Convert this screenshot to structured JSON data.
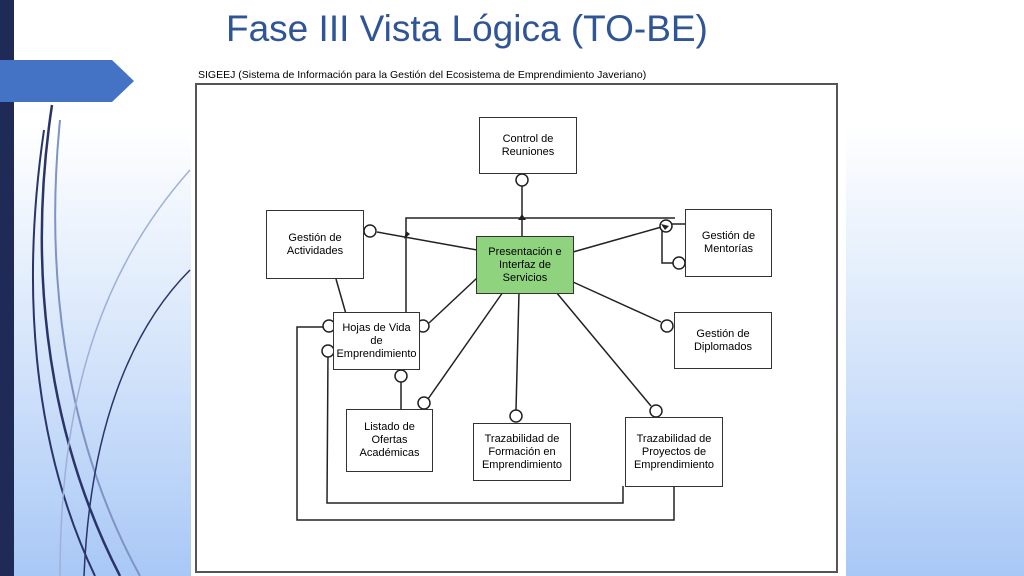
{
  "slide": {
    "title": "Fase III Vista Lógica (TO-BE)"
  },
  "diagram": {
    "system_label": "SIGEEJ (Sistema de Información para la Gestión del Ecosistema de Emprendimiento Javeriano)",
    "components": {
      "control_reuniones": "Control de\nReuniones",
      "gestion_actividades": "Gestión de\nActividades",
      "presentacion": "Presentación e\nInterfaz de\nServicios",
      "gestion_mentorias": "Gestión de\nMentorías",
      "hojas_vida": "Hojas de Vida\nde\nEmprendimiento",
      "gestion_diplomados": "Gestión de\nDiplomados",
      "listado_ofertas": "Listado de\nOfertas\nAcadémicas",
      "trazabilidad_formacion": "Trazabilidad de\nFormación en\nEmprendimiento",
      "trazabilidad_proyectos": "Trazabilidad de\nProyectos de\nEmprendimiento"
    },
    "colors": {
      "core_component": "#8fd37e",
      "title": "#2f5597",
      "accent_tab": "#4472c4",
      "left_bar": "#1f2a57"
    }
  }
}
